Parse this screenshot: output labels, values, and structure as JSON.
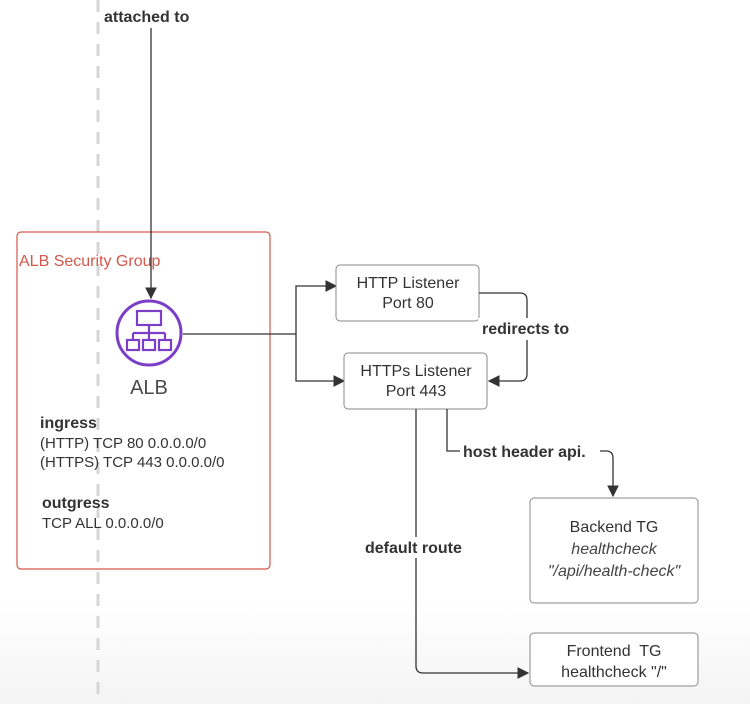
{
  "colors": {
    "security_group": "#d5574a",
    "alb_icon": "#7a3ec7",
    "line": "#333333",
    "box_border": "#8a8a8a",
    "boundary": "#d6d6d6"
  },
  "edges": {
    "attached_to": "attached to",
    "redirects_to": "redirects to",
    "host_header": "host header api.",
    "default_route": "default route"
  },
  "security_group": {
    "title": "ALB Security Group",
    "alb_label": "ALB",
    "alb_icon": "load-balancer-icon",
    "ingress": {
      "heading": "ingress",
      "rules": [
        "(HTTP) TCP 80 0.0.0.0/0",
        "(HTTPS) TCP 443 0.0.0.0/0"
      ]
    },
    "outgress": {
      "heading": "outgress",
      "rules": [
        "TCP ALL 0.0.0.0/0"
      ]
    }
  },
  "listeners": {
    "http": {
      "line1": "HTTP Listener",
      "line2": "Port 80"
    },
    "https": {
      "line1": "HTTPs Listener",
      "line2": "Port 443"
    }
  },
  "target_groups": {
    "backend": {
      "line1": "Backend TG",
      "line2": "healthcheck",
      "line3": "\"/api/health-check\""
    },
    "frontend": {
      "line1": "Frontend  TG",
      "line2": "healthcheck \"/\""
    }
  }
}
